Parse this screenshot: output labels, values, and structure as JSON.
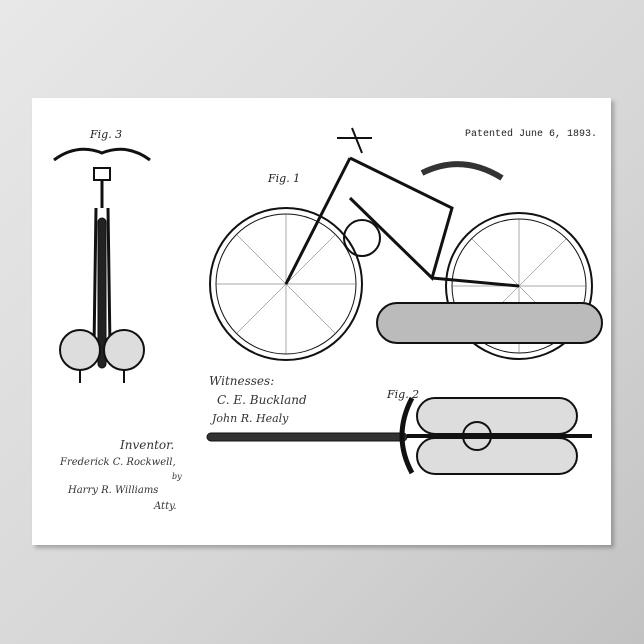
{
  "header": {
    "patent_date": "Patented June 6, 1893."
  },
  "figures": {
    "fig1": "Fig. 1",
    "fig2": "Fig. 2",
    "fig3": "Fig. 3"
  },
  "witnesses": {
    "label": "Witnesses:",
    "names": [
      "C. E. Buckland",
      "John R. Healy"
    ]
  },
  "inventor": {
    "label": "Inventor.",
    "names": [
      "Frederick C. Rockwell,",
      "Harry R. Williams",
      "by",
      "Atty."
    ]
  }
}
